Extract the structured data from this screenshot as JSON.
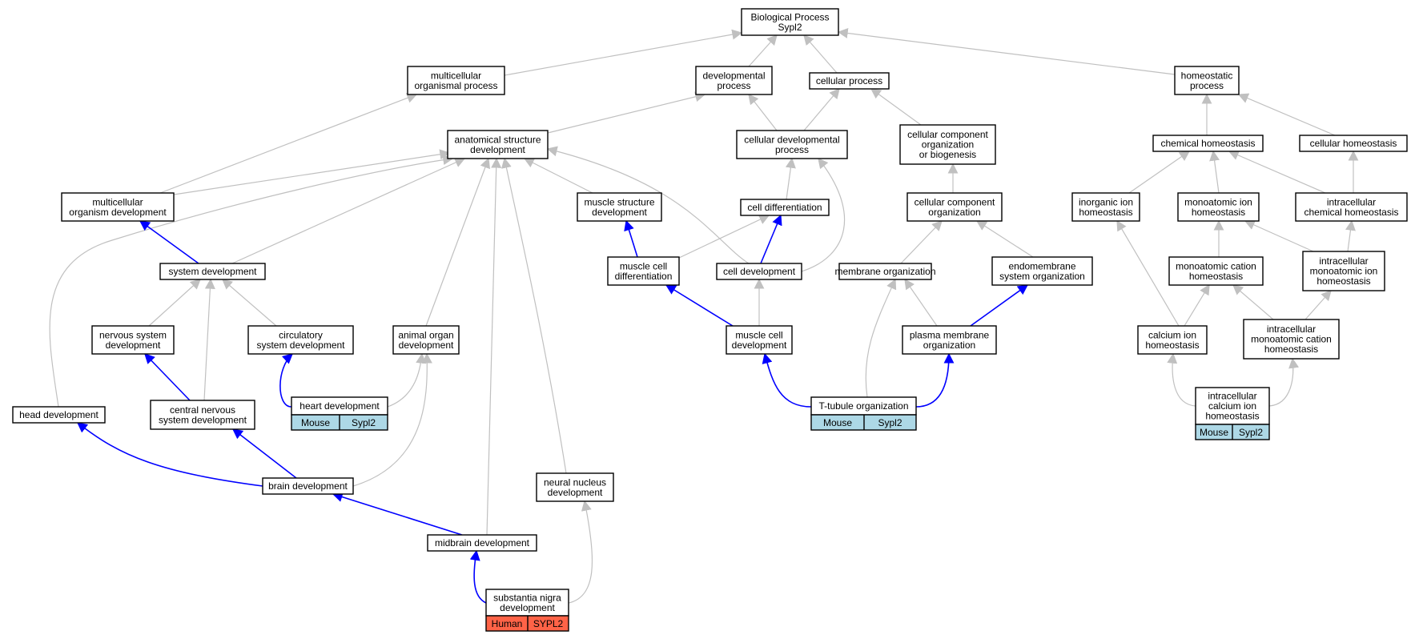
{
  "colors": {
    "background": "#ffffff",
    "node_border": "#000000",
    "edge_gray": "#c0c0c0",
    "edge_blue": "#0000ff",
    "mouse_cell": "#add8e6",
    "human_cell": "#ff6347"
  },
  "nodes": [
    {
      "id": "bp",
      "lines": [
        "Biological Process",
        "Sypl2"
      ]
    },
    {
      "id": "mop",
      "lines": [
        "multicellular",
        "organismal process"
      ]
    },
    {
      "id": "dp",
      "lines": [
        "developmental",
        "process"
      ]
    },
    {
      "id": "cp",
      "lines": [
        "cellular process"
      ]
    },
    {
      "id": "hp",
      "lines": [
        "homeostatic",
        "process"
      ]
    },
    {
      "id": "asd",
      "lines": [
        "anatomical structure",
        "development"
      ]
    },
    {
      "id": "cdp",
      "lines": [
        "cellular developmental",
        "process"
      ]
    },
    {
      "id": "ccob",
      "lines": [
        "cellular component",
        "organization",
        "or biogenesis"
      ]
    },
    {
      "id": "chh",
      "lines": [
        "chemical homeostasis"
      ]
    },
    {
      "id": "celh",
      "lines": [
        "cellular homeostasis"
      ]
    },
    {
      "id": "mod",
      "lines": [
        "multicellular",
        "organism development"
      ]
    },
    {
      "id": "msd",
      "lines": [
        "muscle structure",
        "development"
      ]
    },
    {
      "id": "cdiff",
      "lines": [
        "cell differentiation"
      ]
    },
    {
      "id": "cco",
      "lines": [
        "cellular component",
        "organization"
      ]
    },
    {
      "id": "iih",
      "lines": [
        "inorganic ion",
        "homeostasis"
      ]
    },
    {
      "id": "mih",
      "lines": [
        "monoatomic ion",
        "homeostasis"
      ]
    },
    {
      "id": "ich",
      "lines": [
        "intracellular",
        "chemical homeostasis"
      ]
    },
    {
      "id": "sd",
      "lines": [
        "system development"
      ]
    },
    {
      "id": "mcdiff",
      "lines": [
        "muscle cell",
        "differentiation"
      ]
    },
    {
      "id": "celldev",
      "lines": [
        "cell development"
      ]
    },
    {
      "id": "mo",
      "lines": [
        "membrane organization"
      ]
    },
    {
      "id": "eso",
      "lines": [
        "endomembrane",
        "system organization"
      ]
    },
    {
      "id": "mch",
      "lines": [
        "monoatomic cation",
        "homeostasis"
      ]
    },
    {
      "id": "imih",
      "lines": [
        "intracellular",
        "monoatomic ion",
        "homeostasis"
      ]
    },
    {
      "id": "nsd",
      "lines": [
        "nervous system",
        "development"
      ]
    },
    {
      "id": "csd",
      "lines": [
        "circulatory",
        "system development"
      ]
    },
    {
      "id": "aod",
      "lines": [
        "animal organ",
        "development"
      ]
    },
    {
      "id": "mcd",
      "lines": [
        "muscle cell",
        "development"
      ]
    },
    {
      "id": "pmo",
      "lines": [
        "plasma membrane",
        "organization"
      ]
    },
    {
      "id": "cih",
      "lines": [
        "calcium ion",
        "homeostasis"
      ]
    },
    {
      "id": "imch",
      "lines": [
        "intracellular",
        "monoatomic cation",
        "homeostasis"
      ]
    },
    {
      "id": "headd",
      "lines": [
        "head development"
      ]
    },
    {
      "id": "cnsd",
      "lines": [
        "central nervous",
        "system development"
      ]
    },
    {
      "id": "heartd",
      "lines": [
        "heart development"
      ],
      "species": "Mouse",
      "gene": "Sypl2"
    },
    {
      "id": "tto",
      "lines": [
        "T-tubule organization"
      ],
      "species": "Mouse",
      "gene": "Sypl2"
    },
    {
      "id": "icih",
      "lines": [
        "intracellular",
        "calcium ion",
        "homeostasis"
      ],
      "species": "Mouse",
      "gene": "Sypl2"
    },
    {
      "id": "braind",
      "lines": [
        "brain development"
      ]
    },
    {
      "id": "nnd",
      "lines": [
        "neural nucleus",
        "development"
      ]
    },
    {
      "id": "midd",
      "lines": [
        "midbrain development"
      ]
    },
    {
      "id": "snd",
      "lines": [
        "substantia nigra",
        "development"
      ],
      "species": "Human",
      "gene": "SYPL2"
    }
  ],
  "edges": [
    {
      "from": "mop",
      "to": "bp",
      "color": "gray"
    },
    {
      "from": "dp",
      "to": "bp",
      "color": "gray"
    },
    {
      "from": "cp",
      "to": "bp",
      "color": "gray"
    },
    {
      "from": "hp",
      "to": "bp",
      "color": "gray"
    },
    {
      "from": "asd",
      "to": "dp",
      "color": "gray"
    },
    {
      "from": "cdp",
      "to": "dp",
      "color": "gray"
    },
    {
      "from": "cdp",
      "to": "cp",
      "color": "gray"
    },
    {
      "from": "ccob",
      "to": "cp",
      "color": "gray"
    },
    {
      "from": "chh",
      "to": "hp",
      "color": "gray"
    },
    {
      "from": "celh",
      "to": "hp",
      "color": "gray"
    },
    {
      "from": "mod",
      "to": "mop",
      "color": "gray"
    },
    {
      "from": "mod",
      "to": "asd",
      "color": "gray"
    },
    {
      "from": "msd",
      "to": "asd",
      "color": "gray"
    },
    {
      "from": "sd",
      "to": "asd",
      "color": "gray"
    },
    {
      "from": "celldev",
      "to": "asd",
      "color": "gray"
    },
    {
      "from": "headd",
      "to": "asd",
      "color": "gray"
    },
    {
      "from": "aod",
      "to": "asd",
      "color": "gray"
    },
    {
      "from": "midd",
      "to": "asd",
      "color": "gray"
    },
    {
      "from": "nnd",
      "to": "asd",
      "color": "gray"
    },
    {
      "from": "cdiff",
      "to": "cdp",
      "color": "gray"
    },
    {
      "from": "celldev",
      "to": "cdp",
      "color": "gray"
    },
    {
      "from": "cco",
      "to": "ccob",
      "color": "gray"
    },
    {
      "from": "iih",
      "to": "chh",
      "color": "gray"
    },
    {
      "from": "mih",
      "to": "chh",
      "color": "gray"
    },
    {
      "from": "ich",
      "to": "chh",
      "color": "gray"
    },
    {
      "from": "ich",
      "to": "celh",
      "color": "gray"
    },
    {
      "from": "sd",
      "to": "mod",
      "color": "blue"
    },
    {
      "from": "mcdiff",
      "to": "msd",
      "color": "blue"
    },
    {
      "from": "mcdiff",
      "to": "cdiff",
      "color": "gray"
    },
    {
      "from": "celldev",
      "to": "cdiff",
      "color": "blue"
    },
    {
      "from": "mo",
      "to": "cco",
      "color": "gray"
    },
    {
      "from": "eso",
      "to": "cco",
      "color": "gray"
    },
    {
      "from": "mch",
      "to": "mih",
      "color": "gray"
    },
    {
      "from": "imih",
      "to": "mih",
      "color": "gray"
    },
    {
      "from": "imih",
      "to": "ich",
      "color": "gray"
    },
    {
      "from": "nsd",
      "to": "sd",
      "color": "gray"
    },
    {
      "from": "csd",
      "to": "sd",
      "color": "gray"
    },
    {
      "from": "cnsd",
      "to": "sd",
      "color": "gray"
    },
    {
      "from": "mcd",
      "to": "mcdiff",
      "color": "blue"
    },
    {
      "from": "mcd",
      "to": "celldev",
      "color": "gray"
    },
    {
      "from": "pmo",
      "to": "mo",
      "color": "gray"
    },
    {
      "from": "pmo",
      "to": "eso",
      "color": "blue"
    },
    {
      "from": "tto",
      "to": "mo",
      "color": "gray"
    },
    {
      "from": "cih",
      "to": "iih",
      "color": "gray"
    },
    {
      "from": "cih",
      "to": "mch",
      "color": "gray"
    },
    {
      "from": "imch",
      "to": "mch",
      "color": "gray"
    },
    {
      "from": "imch",
      "to": "imih",
      "color": "gray"
    },
    {
      "from": "cnsd",
      "to": "nsd",
      "color": "blue"
    },
    {
      "from": "heartd",
      "to": "csd",
      "color": "blue"
    },
    {
      "from": "heartd",
      "to": "aod",
      "color": "gray"
    },
    {
      "from": "braind",
      "to": "aod",
      "color": "gray"
    },
    {
      "from": "tto",
      "to": "mcd",
      "color": "blue"
    },
    {
      "from": "tto",
      "to": "pmo",
      "color": "blue"
    },
    {
      "from": "icih",
      "to": "cih",
      "color": "gray"
    },
    {
      "from": "icih",
      "to": "imch",
      "color": "gray"
    },
    {
      "from": "braind",
      "to": "headd",
      "color": "blue"
    },
    {
      "from": "braind",
      "to": "cnsd",
      "color": "blue"
    },
    {
      "from": "midd",
      "to": "braind",
      "color": "blue"
    },
    {
      "from": "snd",
      "to": "midd",
      "color": "blue"
    },
    {
      "from": "snd",
      "to": "nnd",
      "color": "gray"
    }
  ]
}
